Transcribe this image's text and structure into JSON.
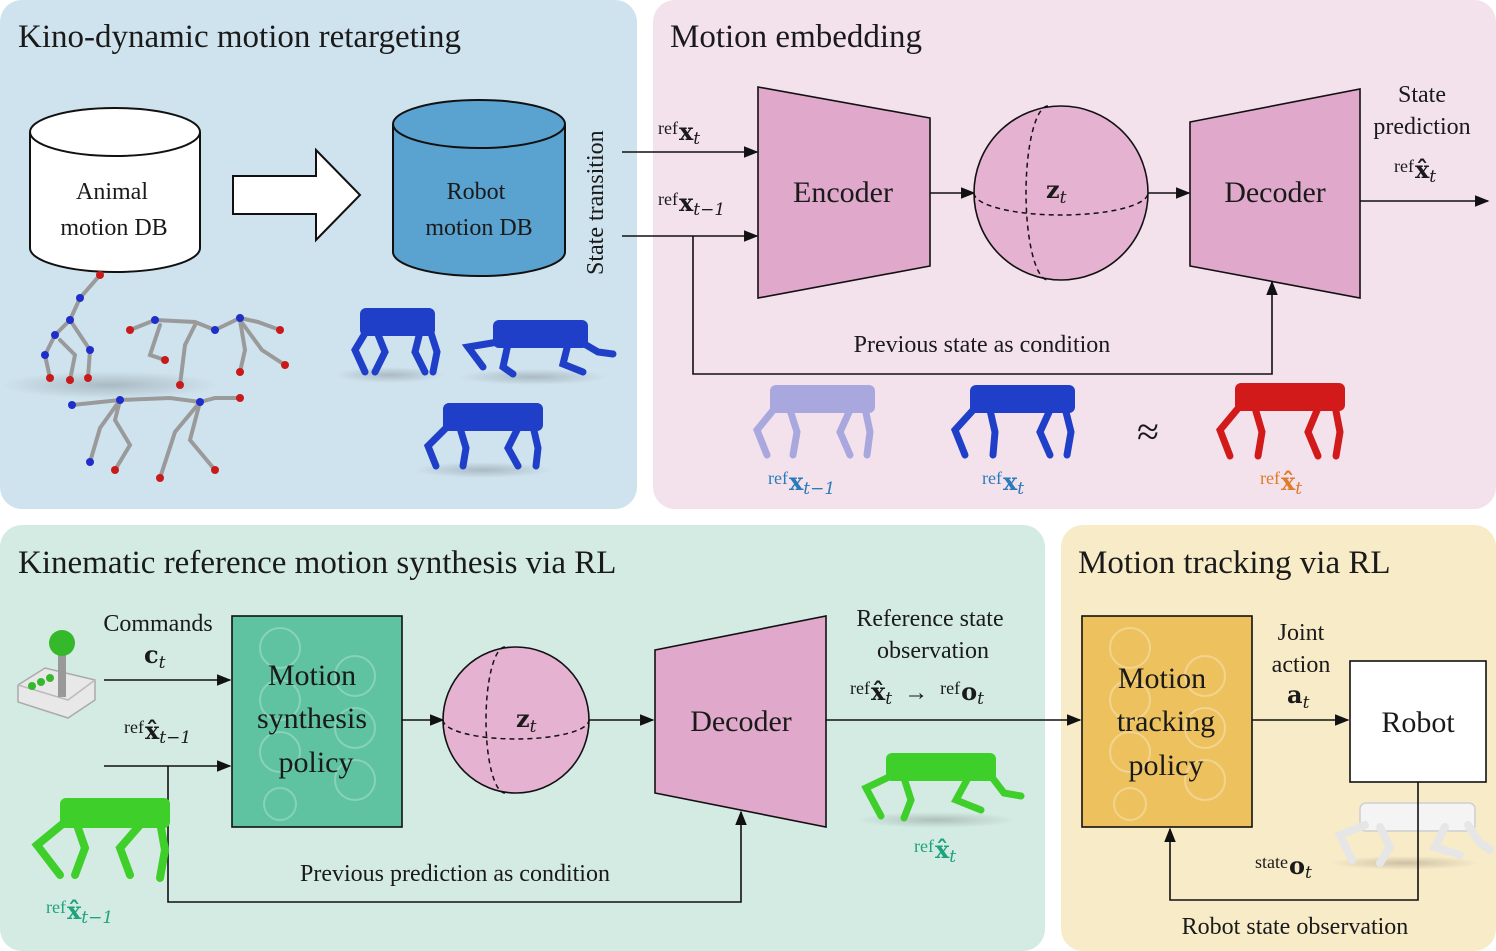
{
  "colors": {
    "panel_retarget": "#cfe3ee",
    "panel_embed": "#f3e1ec",
    "panel_synth": "#d3ebe3",
    "panel_track": "#f8ebc8",
    "title_retarget": "#2b7bba",
    "title_embed": "#d27aae",
    "title_synth": "#1fa37c",
    "title_track": "#e6a418",
    "encdec_fill": "#e0a9cb",
    "policy_synth_fill": "#5fc3a2",
    "policy_track_fill": "#edc25e",
    "robot_db_fill": "#5aa2cf",
    "latent_fill": "#e6b2d2",
    "robot_blue": "#1f3fc8",
    "robot_red": "#d21a1a",
    "robot_green": "#3ecf2a"
  },
  "panels": {
    "retarget": {
      "title": "Kino-dynamic motion retargeting",
      "animal_db": [
        "Animal",
        "motion DB"
      ],
      "robot_db": [
        "Robot",
        "motion DB"
      ],
      "state_transition": "State transition"
    },
    "embed": {
      "title": "Motion embedding",
      "encoder": "Encoder",
      "decoder": "Decoder",
      "state_prediction": [
        "State",
        "prediction"
      ],
      "condition": "Previous state as condition",
      "approx": "≈"
    },
    "synth": {
      "title": "Kinematic reference motion synthesis via RL",
      "commands": "Commands",
      "policy": [
        "Motion",
        "synthesis",
        "policy"
      ],
      "decoder": "Decoder",
      "ref_obs": [
        "Reference state",
        "observation"
      ],
      "condition": "Previous prediction as condition"
    },
    "track": {
      "title": "Motion tracking via RL",
      "policy": [
        "Motion",
        "tracking",
        "policy"
      ],
      "joint_action": [
        "Joint",
        "action"
      ],
      "robot": "Robot",
      "robot_state_obs": "Robot state observation"
    }
  },
  "math": {
    "ref": "ref",
    "state": "state",
    "x": "x",
    "x_hat": "x̂",
    "z": "z",
    "c": "c",
    "a": "a",
    "o": "o",
    "t": "t",
    "t_minus_1": "t−1",
    "arrow": "→"
  }
}
